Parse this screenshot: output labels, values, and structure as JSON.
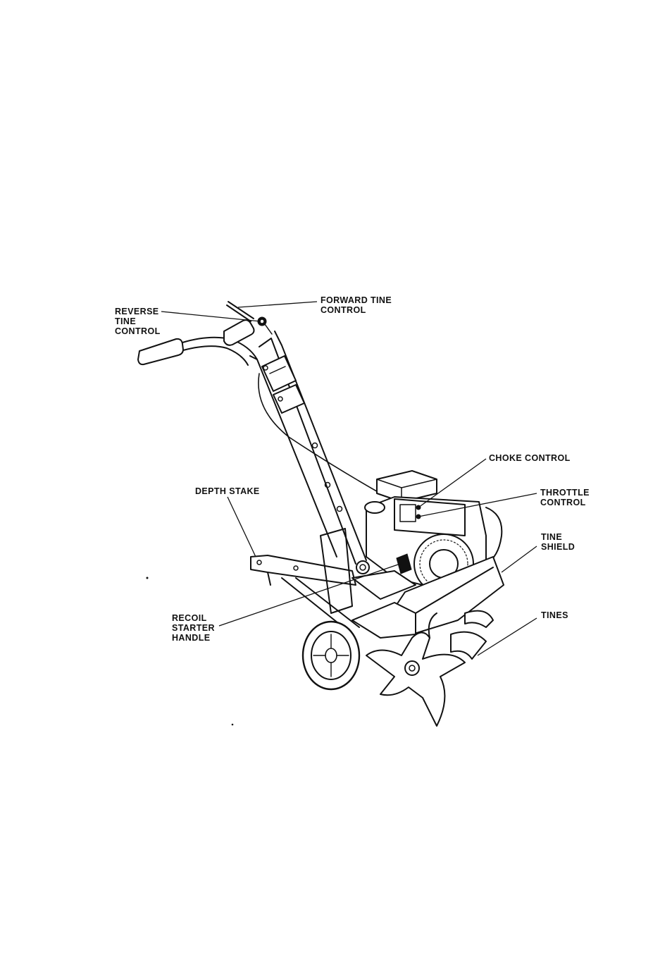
{
  "labels": {
    "forward_tine_control": [
      "FORWARD  TINE",
      "CONTROL"
    ],
    "reverse_tine_control": [
      "REVERSE",
      "TINE",
      "CONTROL"
    ],
    "choke_control": [
      "CHOKE  CONTROL"
    ],
    "throttle_control": [
      "THROTTLE",
      "CONTROL"
    ],
    "depth_stake": [
      "DEPTH STAKE"
    ],
    "tine_shield": [
      "TINE",
      "SHIELD"
    ],
    "tines": [
      "TINES"
    ],
    "recoil_starter_handle": [
      "RECOIL",
      "STARTER",
      "HANDLE"
    ]
  },
  "colors": {
    "ink": "#111111",
    "paper": "#ffffff"
  }
}
